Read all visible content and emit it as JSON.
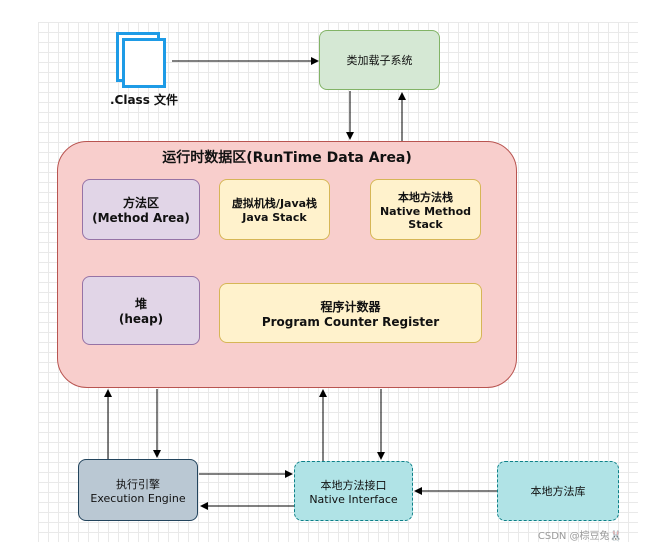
{
  "diagram": {
    "file_label": ".Class 文件",
    "class_loader": "类加载子系统",
    "runtime": {
      "title": "运行时数据区(RunTime Data Area)",
      "method_area": [
        "方法区",
        "(Method Area)"
      ],
      "vm_stack": [
        "虚拟机栈/Java栈",
        "Java Stack"
      ],
      "native_stack": [
        "本地方法栈",
        "Native Method",
        "Stack"
      ],
      "heap": [
        "堆",
        "(heap)"
      ],
      "pc_register": [
        "程序计数器",
        "Program Counter Register"
      ]
    },
    "execution_engine": [
      "执行引擎",
      "Execution Engine"
    ],
    "native_interface": [
      "本地方法接口",
      "Native Interface"
    ],
    "native_library": "本地方法库"
  },
  "watermark": "CSDN @棕豆兔🐰",
  "colors": {
    "loader_fill": "#d5e8d4",
    "loader_stroke": "#82b366",
    "runtime_fill": "#f8cecc",
    "runtime_stroke": "#b85450",
    "purple_fill": "#e1d5e7",
    "purple_stroke": "#9673a6",
    "yellow_fill": "#fff2cc",
    "yellow_stroke": "#d6b656",
    "engine_fill": "#bac8d3",
    "engine_stroke": "#23445d",
    "cyan_fill": "#b0e3e6",
    "cyan_stroke": "#0e8088"
  }
}
